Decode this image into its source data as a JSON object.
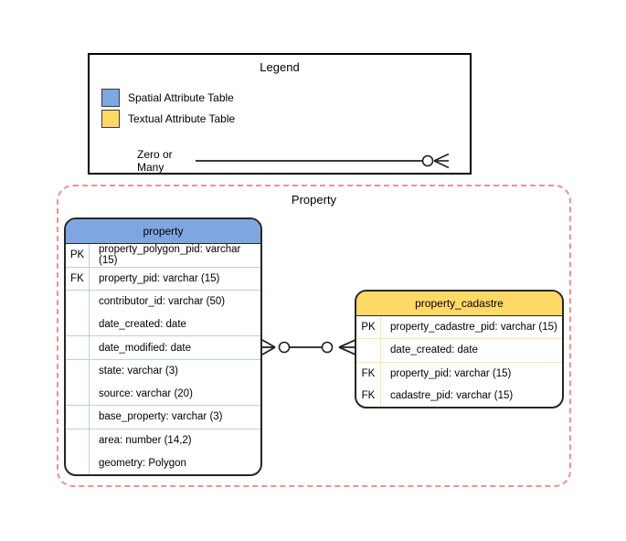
{
  "legend": {
    "title": "Legend",
    "items": [
      {
        "label": "Spatial Attribute Table",
        "color": "#7EA6E0"
      },
      {
        "label": "Textual Attribute Table",
        "color": "#FFD966"
      }
    ],
    "relationship": {
      "label": "Zero or Many",
      "symbol": "circle-with-crows-foot"
    }
  },
  "group": {
    "title": "Property",
    "border_color": "#f2918c",
    "border_style": "dashed"
  },
  "tables": [
    {
      "name": "property",
      "category": "spatial",
      "header_color": "#7EA6E0",
      "divider_color": "#bccfee",
      "rows": [
        {
          "key": "PK",
          "text": "property_polygon_pid: varchar (15)"
        },
        {
          "key": "FK",
          "text": "property_pid: varchar (15)"
        },
        {
          "key": "",
          "text": "contributor_id: varchar (50)"
        },
        {
          "key": "",
          "text": "date_created: date"
        },
        {
          "key": "",
          "text": "date_modified: date"
        },
        {
          "key": "",
          "text": "state: varchar (3)"
        },
        {
          "key": "",
          "text": "source: varchar (20)"
        },
        {
          "key": "",
          "text": "base_property: varchar (3)"
        },
        {
          "key": "",
          "text": "area: number (14,2)"
        },
        {
          "key": "",
          "text": "geometry: Polygon"
        }
      ]
    },
    {
      "name": "property_cadastre",
      "category": "textual",
      "header_color": "#FFD966",
      "divider_color": "#ffe59e",
      "rows": [
        {
          "key": "PK",
          "text": "property_cadastre_pid: varchar (15)"
        },
        {
          "key": "",
          "text": "date_created: date"
        },
        {
          "key": "FK",
          "text": "property_pid: varchar (15)"
        },
        {
          "key": "FK",
          "text": "cadastre_pid: varchar (15)"
        }
      ]
    }
  ],
  "relationship": {
    "from": "property",
    "to": "property_cadastre",
    "from_cardinality": "Zero or Many",
    "to_cardinality": "Zero or Many"
  }
}
